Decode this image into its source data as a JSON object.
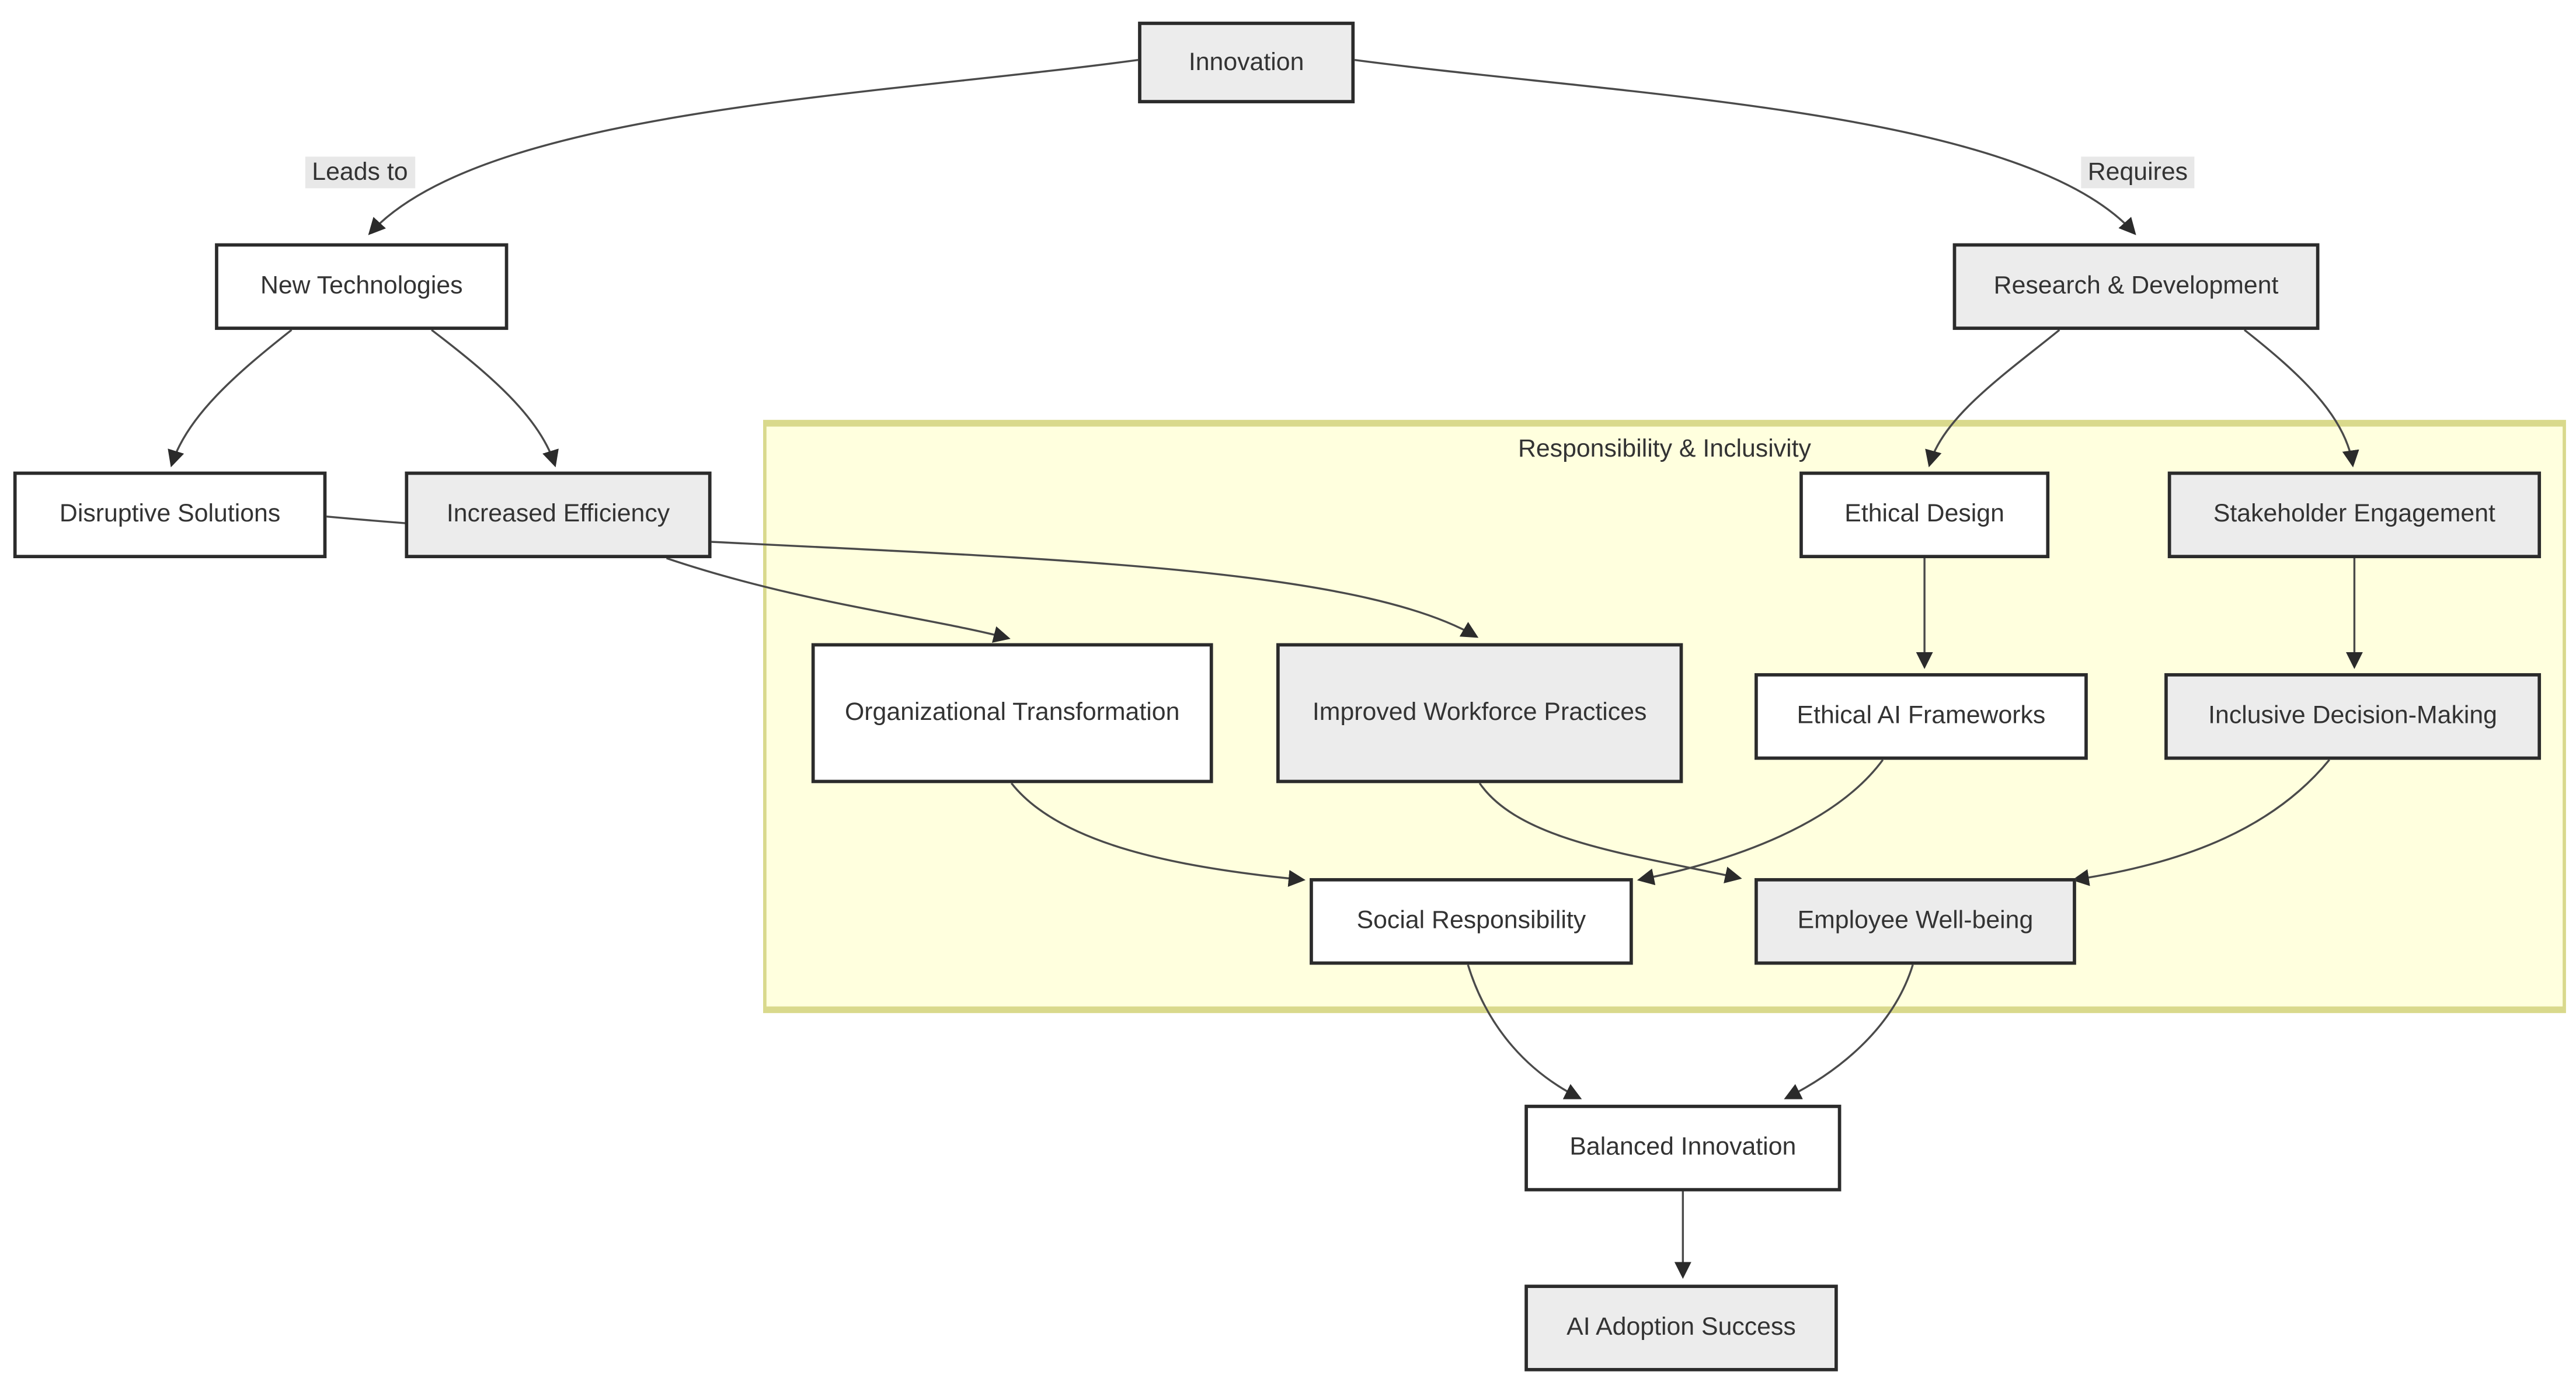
{
  "diagram": {
    "type": "flowchart",
    "subgraph": {
      "title": "Responsibility & Inclusivity"
    },
    "nodes": [
      {
        "id": "innovation",
        "label": "Innovation",
        "fill": "gray"
      },
      {
        "id": "new-technologies",
        "label": "New Technologies",
        "fill": "white"
      },
      {
        "id": "research-development",
        "label": "Research & Development",
        "fill": "gray"
      },
      {
        "id": "disruptive-solutions",
        "label": "Disruptive Solutions",
        "fill": "white"
      },
      {
        "id": "increased-efficiency",
        "label": "Increased Efficiency",
        "fill": "gray"
      },
      {
        "id": "ethical-design",
        "label": "Ethical Design",
        "fill": "white"
      },
      {
        "id": "stakeholder-engagement",
        "label": "Stakeholder Engagement",
        "fill": "gray"
      },
      {
        "id": "organizational-transformation",
        "label": "Organizational Transformation",
        "fill": "white"
      },
      {
        "id": "improved-workforce-practices",
        "label": "Improved Workforce Practices",
        "fill": "gray"
      },
      {
        "id": "ethical-ai-frameworks",
        "label": "Ethical AI Frameworks",
        "fill": "white"
      },
      {
        "id": "inclusive-decision-making",
        "label": "Inclusive Decision-Making",
        "fill": "gray"
      },
      {
        "id": "social-responsibility",
        "label": "Social Responsibility",
        "fill": "white"
      },
      {
        "id": "employee-well-being",
        "label": "Employee Well-being",
        "fill": "gray"
      },
      {
        "id": "balanced-innovation",
        "label": "Balanced Innovation",
        "fill": "white"
      },
      {
        "id": "ai-adoption-success",
        "label": "AI Adoption Success",
        "fill": "gray"
      }
    ],
    "edges": [
      {
        "from": "innovation",
        "to": "new-technologies",
        "label": "Leads to"
      },
      {
        "from": "innovation",
        "to": "research-development",
        "label": "Requires"
      },
      {
        "from": "new-technologies",
        "to": "disruptive-solutions"
      },
      {
        "from": "new-technologies",
        "to": "increased-efficiency"
      },
      {
        "from": "disruptive-solutions",
        "to": "improved-workforce-practices"
      },
      {
        "from": "increased-efficiency",
        "to": "organizational-transformation"
      },
      {
        "from": "research-development",
        "to": "ethical-design"
      },
      {
        "from": "research-development",
        "to": "stakeholder-engagement"
      },
      {
        "from": "ethical-design",
        "to": "ethical-ai-frameworks"
      },
      {
        "from": "stakeholder-engagement",
        "to": "inclusive-decision-making"
      },
      {
        "from": "organizational-transformation",
        "to": "social-responsibility"
      },
      {
        "from": "improved-workforce-practices",
        "to": "employee-well-being"
      },
      {
        "from": "ethical-ai-frameworks",
        "to": "social-responsibility"
      },
      {
        "from": "inclusive-decision-making",
        "to": "employee-well-being"
      },
      {
        "from": "social-responsibility",
        "to": "balanced-innovation"
      },
      {
        "from": "employee-well-being",
        "to": "balanced-innovation"
      },
      {
        "from": "balanced-innovation",
        "to": "ai-adoption-success"
      }
    ],
    "colors": {
      "node_fill_gray": "#ececec",
      "node_fill_white": "#ffffff",
      "node_border": "#2b2b2b",
      "subgraph_fill": "#ffffde",
      "subgraph_border": "#d9d98c",
      "edge_stroke": "#4a4a4a",
      "edge_label_bg": "#e8e8e8",
      "text": "#333333"
    }
  }
}
